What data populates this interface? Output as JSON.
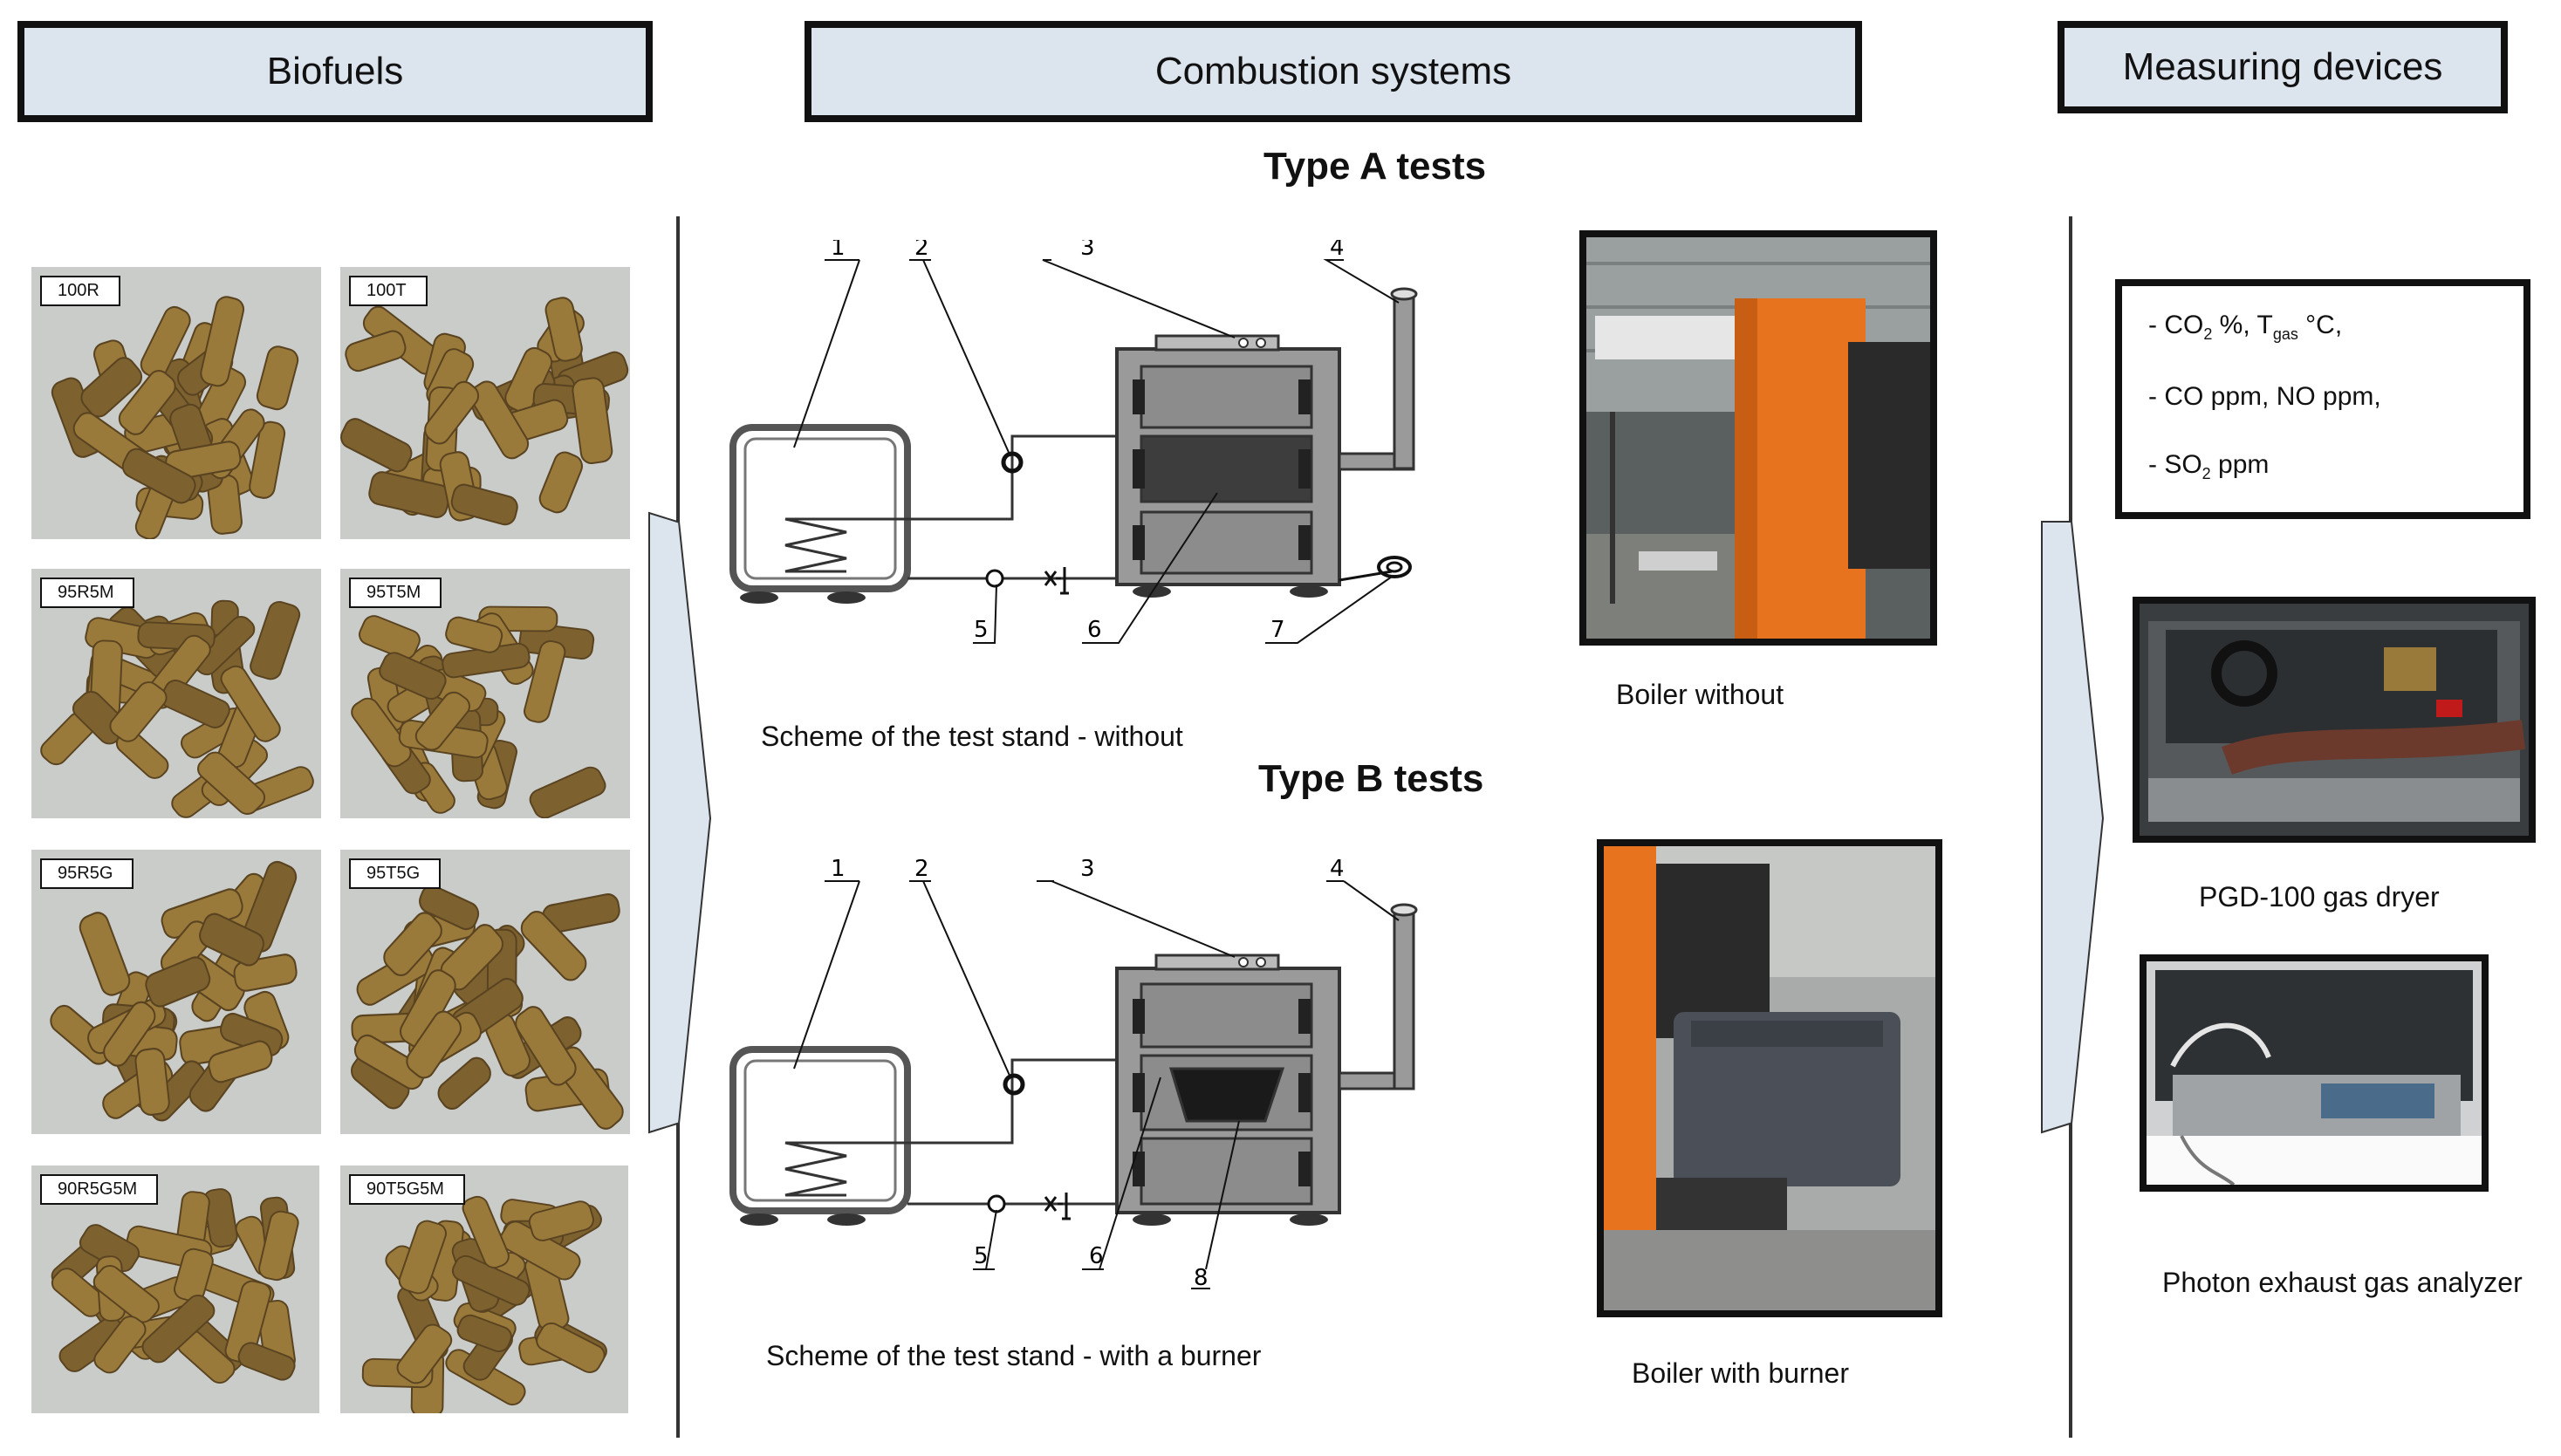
{
  "headers": {
    "biofuels": "Biofuels",
    "combustion": "Combustion systems",
    "measuring": "Measuring devices"
  },
  "type_a_title": "Type A tests",
  "type_b_title": "Type B tests",
  "pellets": [
    "100R",
    "100T",
    "95R5M",
    "95T5M",
    "95R5G",
    "95T5G",
    "90R5G5M",
    "90T5G5M"
  ],
  "scheme_a": {
    "labels": [
      "1",
      "2",
      "3",
      "4",
      "5",
      "6",
      "7"
    ],
    "caption": "Scheme of the test stand - without"
  },
  "scheme_b": {
    "labels": [
      "1",
      "2",
      "3",
      "4",
      "5",
      "6",
      "8"
    ],
    "caption": "Scheme of the test stand - with a burner"
  },
  "boiler_a_caption": "Boiler without",
  "boiler_b_caption": "Boiler with burner",
  "measurements": {
    "line1_prefix": "- CO",
    "line1_sub": "2",
    "line1_mid": " %, T",
    "line1_sub2": "gas",
    "line1_suffix": " °C,",
    "line2": "- CO ppm, NO ppm,",
    "line3_prefix": "- SO",
    "line3_sub": "2",
    "line3_suffix": " ppm"
  },
  "dryer_caption": "PGD-100 gas dryer",
  "analyzer_caption": "Photon exhaust gas analyzer",
  "colors": {
    "header_fill": "#dce4ee",
    "pellet": "#9a7a3a",
    "boiler_orange": "#e8731f",
    "scheme_grey": "#9a9a9a"
  }
}
